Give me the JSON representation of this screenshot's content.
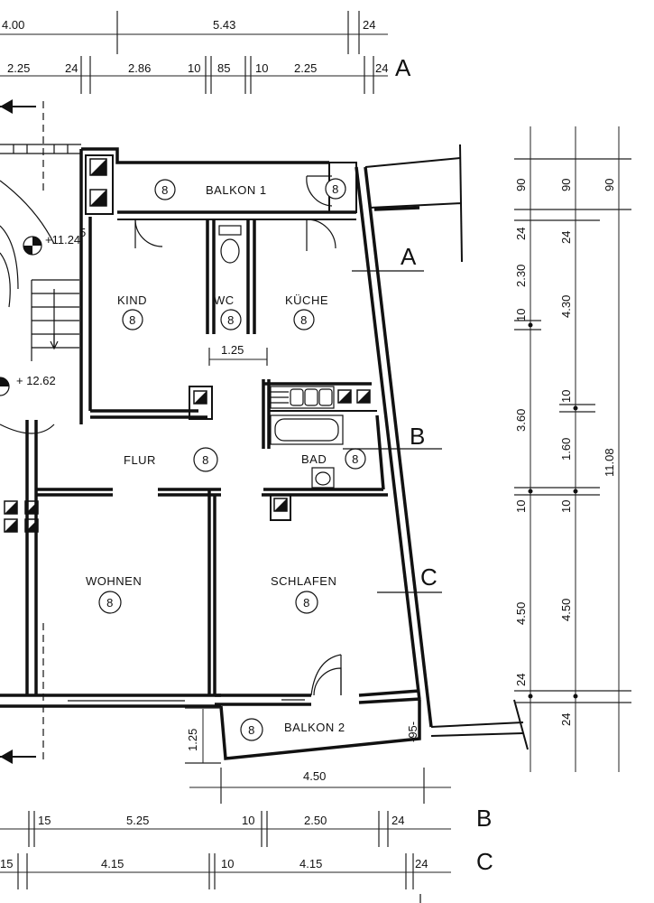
{
  "rooms": {
    "balkon1": {
      "label": "BALKON 1",
      "badge": "8"
    },
    "balkon1_b": {
      "badge": "8"
    },
    "kind": {
      "label": "KIND",
      "badge": "8"
    },
    "wc": {
      "label": "WC",
      "badge": "8"
    },
    "kueche": {
      "label": "KÜCHE",
      "badge": "8"
    },
    "flur": {
      "label": "FLUR",
      "badge": "8"
    },
    "bad": {
      "label": "BAD",
      "badge": "8"
    },
    "wohnen": {
      "label": "WOHNEN",
      "badge": "8"
    },
    "schlafen": {
      "label": "SCHLAFEN",
      "badge": "8"
    },
    "balkon2": {
      "label": "BALKON 2",
      "badge": "8"
    }
  },
  "levels": {
    "upper": "+11.24",
    "upper_suffix": "5",
    "lower": "+ 12.62"
  },
  "section_markers": {
    "a": "A",
    "b": "B",
    "c": "C"
  },
  "dimensions": {
    "top1": [
      "4.00",
      "5.43",
      "24"
    ],
    "top2": [
      "2.25",
      "24",
      "2.86",
      "10",
      "85",
      "10",
      "2.25",
      "24"
    ],
    "wc_width": "1.25",
    "balkon2_depth": "1.25",
    "balkon2_width": "4.50",
    "balkon2_slope": "-95-",
    "bottom_b": [
      "15",
      "5.25",
      "10",
      "2.50",
      "24"
    ],
    "bottom_c": [
      "15",
      "4.15",
      "10",
      "4.15",
      "24"
    ],
    "right_col1": [
      "90",
      "24",
      "2.30",
      "10",
      "3.60",
      "10",
      "4.50",
      "24"
    ],
    "right_col2": [
      "90",
      "24",
      "4.30",
      "10",
      "1.60",
      "10",
      "4.50",
      "24"
    ],
    "right_col3": [
      "90",
      "11.08"
    ]
  }
}
